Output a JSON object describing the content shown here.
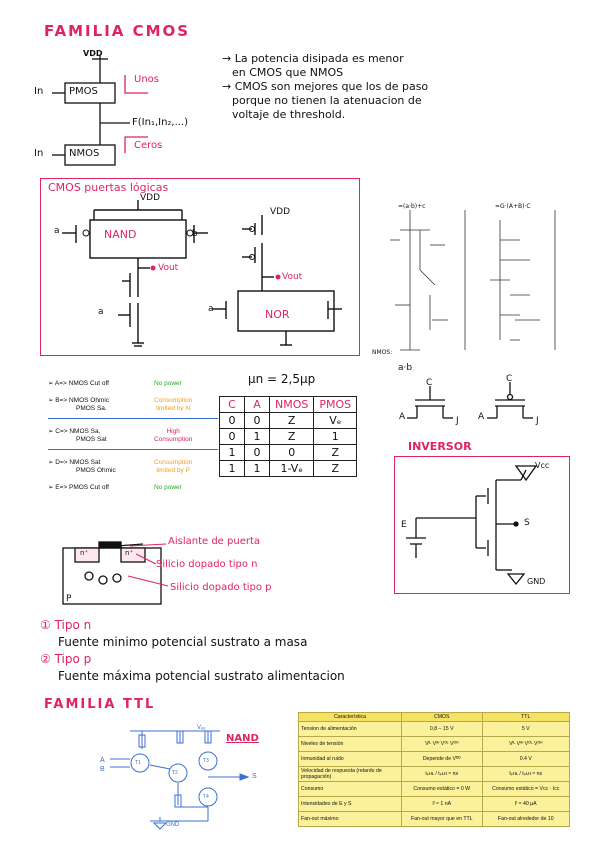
{
  "section1": {
    "title": "FAMILIA   CMOS",
    "vdd": "VDD",
    "in1": "In",
    "in2": "In",
    "pmos": "PMOS",
    "nmos": "NMOS",
    "func": "F(In₁,In₂,...)",
    "unos": "Unos",
    "ceros": "Ceros",
    "note1_line1": "→ La potencia disipada es menor",
    "note1_line2": "en CMOS que NMOS",
    "note2_line1": "→ CMOS son mejores que los de paso",
    "note2_line2": "porque no tienen la atenuacion de",
    "note2_line3": "voltaje de threshold."
  },
  "gates": {
    "title": "CMOS puertas lógicas",
    "nand": "NAND",
    "nor": "NOR",
    "vdd1": "VDD",
    "vdd2": "VDD",
    "vout1": "Vout",
    "vout2": "Vout",
    "a": "a",
    "b": "b",
    "ref_left_title": "=(a·b)+c",
    "ref_right_title": "=G·(A+B)·C",
    "ref_nmos": "NMOS:",
    "ref_ab": "a·b"
  },
  "bullets": [
    {
      "state": "A=> NMOS Cut off",
      "state2": "",
      "result": "No power",
      "result2": "",
      "color": "#2aa82a"
    },
    {
      "state": "B=> NMOS Ohmic",
      "state2": "PMOS Sa.",
      "result": "Consumption",
      "result2": "limited by N",
      "color": "#f0a020"
    },
    {
      "state": "C=> NMOS Sa.",
      "state2": "PMOS Sat",
      "result": "High",
      "result2": "Consumption",
      "color": "#e0245e"
    },
    {
      "state": "D=> NMOS Sat",
      "state2": "PMOS Ohmic",
      "result": "Consumption",
      "result2": "limited by P",
      "color": "#f0a020"
    },
    {
      "state": "E=> PMOS Cut off",
      "state2": "",
      "result": "No power",
      "result2": "",
      "color": "#2aa82a"
    }
  ],
  "mobility": "μn = 2,5μp",
  "truth_table": {
    "headers": [
      "C",
      "A",
      "NMOS",
      "PMOS"
    ],
    "rows": [
      [
        "0",
        "0",
        "Z",
        "Vₑ"
      ],
      [
        "0",
        "1",
        "Z",
        "1"
      ],
      [
        "1",
        "0",
        "0",
        "Z"
      ],
      [
        "1",
        "1",
        "1-Vₑ",
        "Z"
      ]
    ]
  },
  "passgate": {
    "c1": "C",
    "c2": "C",
    "a1": "A",
    "a2": "A",
    "j1": "J",
    "j2": "J"
  },
  "inverter": {
    "title": "INVERSOR",
    "vcc": "Vcc",
    "e": "E",
    "s": "S",
    "gnd": "GND"
  },
  "mosfet": {
    "aislante": "Aislante de puerta",
    "tipo_n": "Silicio dopado tipo n",
    "tipo_p": "Silicio dopado tipo p",
    "n1": "n⁺",
    "n2": "n⁺",
    "p": "P"
  },
  "types": {
    "n_label": "① Tipo n",
    "n_desc": "Fuente minimo potencial sustrato a masa",
    "p_label": "② Tipo p",
    "p_desc": "Fuente máxima potencial sustrato alimentacion"
  },
  "ttl": {
    "title": "FAMILIA  TTL",
    "nand": "NAND",
    "vcc": "Vₑₑ",
    "a": "A",
    "b": "B",
    "s": "S",
    "gnd": "GND",
    "t1": "T1",
    "t2": "T2",
    "t3": "T3",
    "t4": "T4"
  },
  "compare": {
    "headers": [
      "Característica",
      "CMOS",
      "TTL"
    ],
    "rows": [
      [
        "Tension de alimentación",
        "0,8 – 15 V",
        "5 V"
      ],
      [
        "Niveles de tensión",
        "Vᴵᴸ Vᴵᴴ Vᴼᴸ Vᴼᴴ",
        "Vᴵᴸ Vᴵᴴ Vᴼᴸ Vᴼᴴ"
      ],
      [
        "Inmunidad al ruido",
        "Depende de Vᴰᴰ",
        "0.4 V"
      ],
      [
        "Velocidad de respuesta (retardo de propagación)",
        "tₚʜʟ / tₚʟʜ ≈ ns",
        "tₚʜʟ / tₚʟʜ ≈ ns"
      ],
      [
        "Consumo",
        "Consumo estático = 0 W",
        "Consumo estático = Vᴄᴄ · Iᴄᴄ"
      ],
      [
        "Intensidades de E y S",
        "Iᴵ ≈ 1 nA",
        "Iᴵ ≈ 40 μA"
      ],
      [
        "Fan-out máximo",
        "Fan-out mayor que en TTL",
        "Fan-out alrededor de 10"
      ]
    ]
  }
}
